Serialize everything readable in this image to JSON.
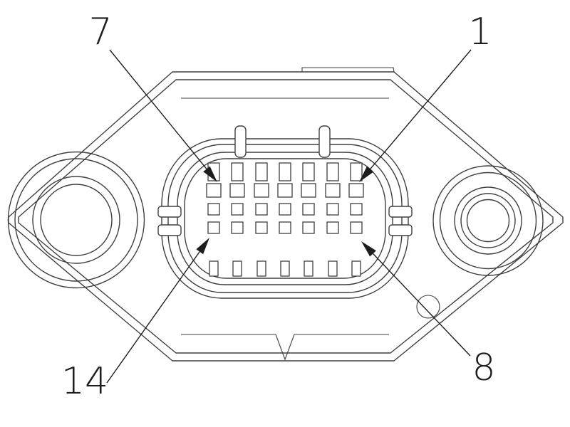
{
  "diagram": {
    "kind": "connector-pinout-line-drawing",
    "pin_count_shown": 14
  },
  "labels": {
    "pin7": {
      "text": "7"
    },
    "pin1": {
      "text": "1"
    },
    "pin14": {
      "text": "14"
    },
    "pin8": {
      "text": "8"
    }
  },
  "colors": {
    "background": "#ffffff",
    "line_color": "#3f3f3f",
    "label_color": "#1d1d1d"
  }
}
